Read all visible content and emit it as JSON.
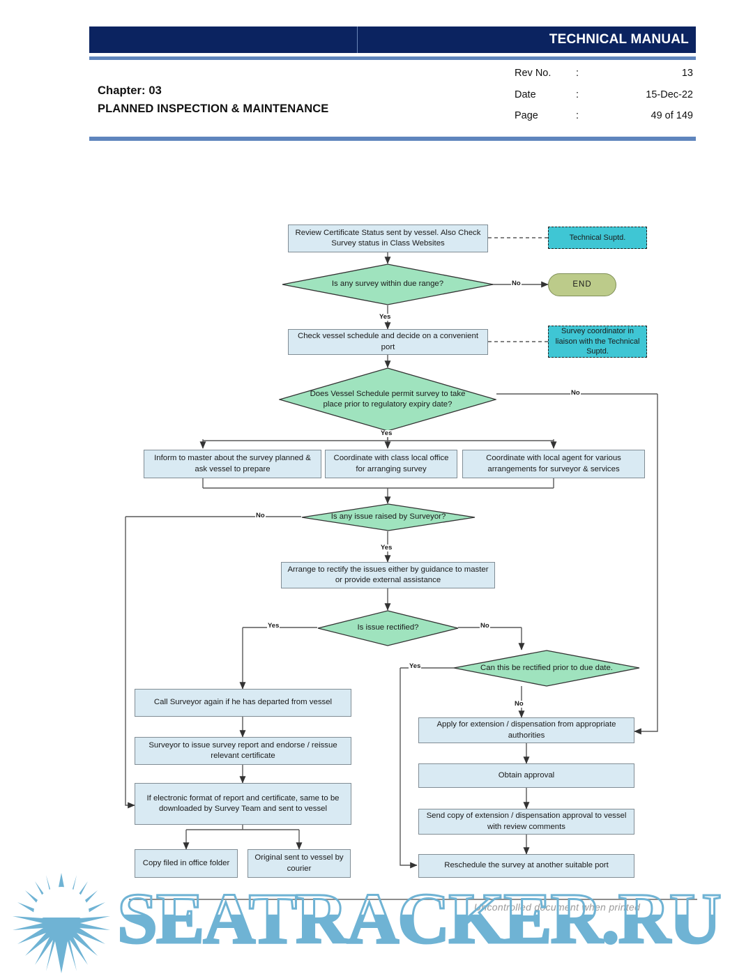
{
  "header": {
    "title": "TECHNICAL MANUAL",
    "chapter": "Chapter: 03",
    "chapter_subtitle": "PLANNED INSPECTION & MAINTENANCE",
    "meta": [
      {
        "key": "Rev No.",
        "colon": ":",
        "value": "13"
      },
      {
        "key": "Date",
        "colon": ":",
        "value": "15-Dec-22"
      },
      {
        "key": "Page",
        "colon": ":",
        "value": "49 of 149"
      }
    ],
    "colors": {
      "bar": "#0b2360",
      "rule": "#5f85bd"
    }
  },
  "footer": {
    "note": "Uncontrolled document when printed",
    "watermark_text": "SEATRACKER.RU",
    "watermark_color": "#6fb3d4"
  },
  "flowchart": {
    "type": "process-flow",
    "colors": {
      "process": "#d9eaf3",
      "decision": "#9fe3be",
      "note": "#3fc6d4",
      "terminator": "#bccb8a",
      "connector": "#595959"
    },
    "nodes": [
      {
        "id": "n1",
        "shape": "process",
        "text": "Review Certificate Status sent by vessel. Also Check Survey status in Class Websites"
      },
      {
        "id": "a1",
        "shape": "note",
        "text": "Technical Suptd."
      },
      {
        "id": "d1",
        "shape": "decision",
        "text": "Is any survey within due range?"
      },
      {
        "id": "t1",
        "shape": "terminator",
        "text": "END"
      },
      {
        "id": "n2",
        "shape": "process",
        "text": "Check vessel schedule and decide on a convenient port"
      },
      {
        "id": "a2",
        "shape": "note",
        "text": "Survey coordinator in liaison with the Technical Suptd."
      },
      {
        "id": "d2",
        "shape": "decision",
        "text": "Does Vessel Schedule permit survey to take place prior to regulatory expiry date?"
      },
      {
        "id": "n3",
        "shape": "process",
        "text": "Inform to master about the survey planned & ask vessel to prepare"
      },
      {
        "id": "n4",
        "shape": "process",
        "text": "Coordinate with class local office for arranging survey"
      },
      {
        "id": "n5",
        "shape": "process",
        "text": "Coordinate with local agent for various arrangements for surveyor & services"
      },
      {
        "id": "d3",
        "shape": "decision",
        "text": "Is any issue raised by Surveyor?"
      },
      {
        "id": "n6",
        "shape": "process",
        "text": "Arrange to rectify the issues either by guidance to master or provide external assistance"
      },
      {
        "id": "d4",
        "shape": "decision",
        "text": "Is issue rectified?"
      },
      {
        "id": "d5",
        "shape": "decision",
        "text": "Can this be rectified prior to due date."
      },
      {
        "id": "n7",
        "shape": "process",
        "text": "Call Surveyor again if he has departed from vessel"
      },
      {
        "id": "n8",
        "shape": "process",
        "text": "Surveyor to issue survey report and endorse / reissue relevant certificate"
      },
      {
        "id": "n9",
        "shape": "process",
        "text": "If electronic format of report and certificate, same to be downloaded by Survey Team and sent to vessel"
      },
      {
        "id": "n10",
        "shape": "process",
        "text": "Copy filed in office folder"
      },
      {
        "id": "n11",
        "shape": "process",
        "text": "Original sent to vessel by courier"
      },
      {
        "id": "n12",
        "shape": "process",
        "text": "Apply for extension / dispensation from appropriate authorities"
      },
      {
        "id": "n13",
        "shape": "process",
        "text": "Obtain approval"
      },
      {
        "id": "n14",
        "shape": "process",
        "text": "Send copy of extension / dispensation approval to vessel with review comments"
      },
      {
        "id": "n15",
        "shape": "process",
        "text": "Reschedule the survey at another suitable port"
      }
    ],
    "edge_labels": {
      "d1_no": "No",
      "d1_yes": "Yes",
      "d2_no": "No",
      "d2_yes": "Yes",
      "d3_no": "No",
      "d3_yes": "Yes",
      "d4_yes": "Yes",
      "d4_no": "No",
      "d5_yes": "Yes",
      "d5_no": "No"
    }
  }
}
